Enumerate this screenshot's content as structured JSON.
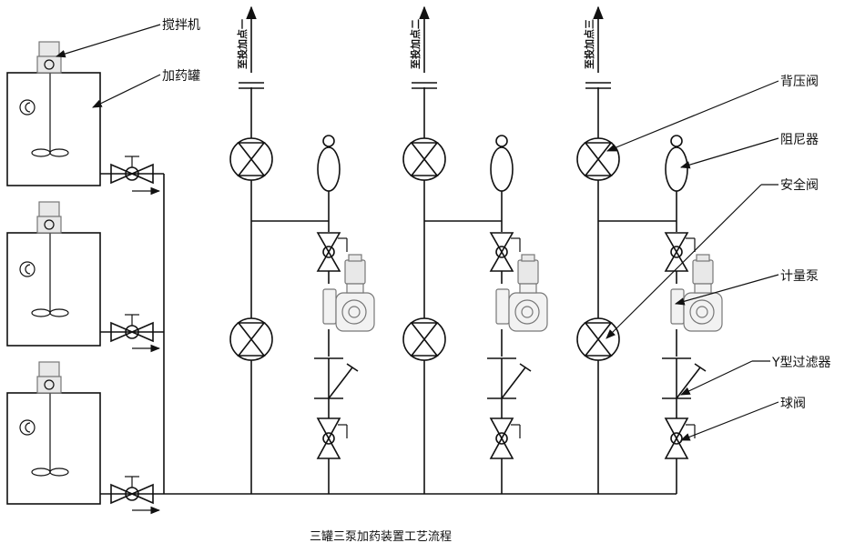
{
  "title": "三罐三泵加药装置工艺流程",
  "outlets": [
    "至投加点一",
    "至投加点二",
    "至投加点三"
  ],
  "labels": {
    "agitator": "搅拌机",
    "tank": "加药罐",
    "back_pressure_valve": "背压阀",
    "damper": "阻尼器",
    "safety_valve": "安全阀",
    "metering_pump": "计量泵",
    "y_strainer": "Y型过滤器",
    "ball_valve": "球阀"
  },
  "tank_count": 3,
  "pump_count": 3
}
